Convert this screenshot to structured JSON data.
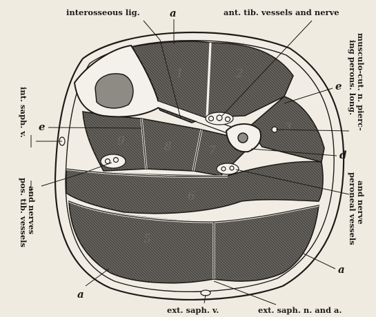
{
  "labels": {
    "interosseous": "interosseous lig.",
    "a_top": "a",
    "ant_tib": "ant. tib. vessels and nerve",
    "musculo_cut_1": "musculo-cut. n. pierc-",
    "musculo_cut_2": "ing perons. long.",
    "e_right": "e",
    "e_left": "e",
    "int_saph": "int. saph. v.",
    "pos_tib_1": "pos. tib. vessels",
    "pos_tib_2": "and nerves",
    "d_right": "d",
    "peroneal_1": "peroneal vessels",
    "peroneal_2": "and nerve",
    "a_right": "a",
    "a_left": "a",
    "ext_saph_v": "ext. saph. v.",
    "ext_saph_n": "ext. saph. n. and a."
  },
  "muscle_numbers": {
    "m1": "1",
    "m2": "2",
    "m3": "3",
    "m5": "5",
    "m6": "6",
    "m7": "7",
    "m8": "8",
    "m9": "9"
  },
  "colors": {
    "ink": "#1d1b18",
    "paper": "#efebe1",
    "bone": "#f4f1ea",
    "muscle_fill": "#5c5a55"
  }
}
